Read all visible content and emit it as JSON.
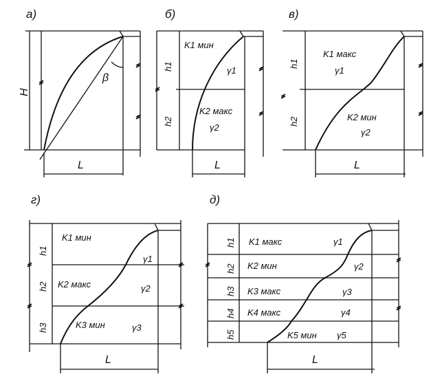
{
  "panels": [
    {
      "label": "а)",
      "H": "H",
      "beta": "β",
      "L": "L"
    },
    {
      "label": "б)",
      "L": "L",
      "layers": [
        {
          "h": "h1",
          "k": "K1 мин",
          "g": "γ1"
        },
        {
          "h": "h2",
          "k": "K2 макс",
          "g": "γ2"
        }
      ]
    },
    {
      "label": "в)",
      "L": "L",
      "layers": [
        {
          "h": "h1",
          "k": "K1 макс",
          "g": "γ1"
        },
        {
          "h": "h2",
          "k": "K2 мин",
          "g": "γ2"
        }
      ]
    },
    {
      "label": "г)",
      "L": "L",
      "layers": [
        {
          "h": "h1",
          "k": "K1 мин",
          "g": "γ1"
        },
        {
          "h": "h2",
          "k": "K2 макс",
          "g": "γ2"
        },
        {
          "h": "h3",
          "k": "K3 мин",
          "g": "γ3"
        }
      ]
    },
    {
      "label": "д)",
      "L": "L",
      "layers": [
        {
          "h": "h1",
          "k": "K1 макс",
          "g": "γ1"
        },
        {
          "h": "h2",
          "k": "K2 мин",
          "g": "γ2"
        },
        {
          "h": "h3",
          "k": "K3 макс",
          "g": "γ3"
        },
        {
          "h": "h4",
          "k": "K4 макс",
          "g": "γ4"
        },
        {
          "h": "h5",
          "k": "K5 мин",
          "g": "γ5"
        }
      ]
    }
  ]
}
